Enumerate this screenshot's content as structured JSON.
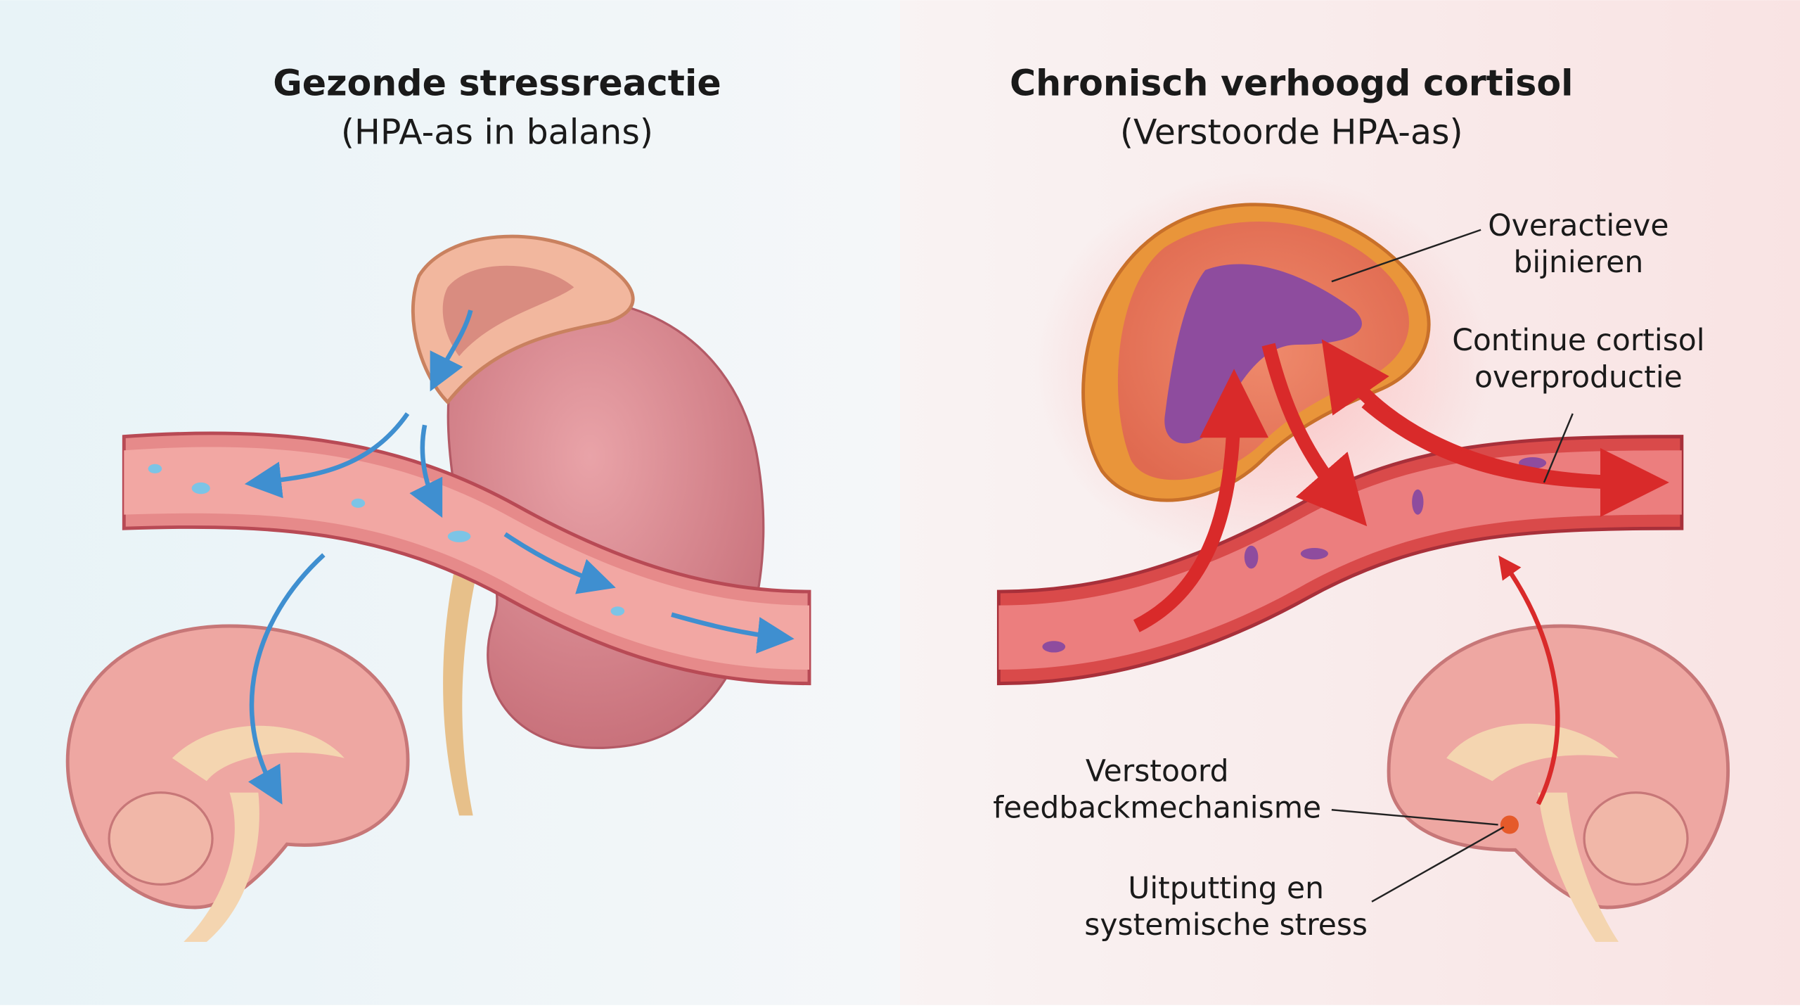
{
  "left_panel": {
    "title": "Gezonde stressreactie",
    "subtitle": "(HPA-as in balans)",
    "arrow_color": "#3f8fd0"
  },
  "right_panel": {
    "title": "Chronisch verhoogd cortisol",
    "subtitle": "(Verstoorde HPA-as)",
    "arrow_color": "#d92a2a",
    "labels": {
      "adrenal_line1": "Overactieve",
      "adrenal_line2": "bijnieren",
      "cortisol_line1": "Continue cortisol",
      "cortisol_line2": "overproductie",
      "feedback_line1": "Verstoord",
      "feedback_line2": "feedbackmechanisme",
      "stress_line1": "Uitputting en",
      "stress_line2": "systemische stress"
    }
  }
}
